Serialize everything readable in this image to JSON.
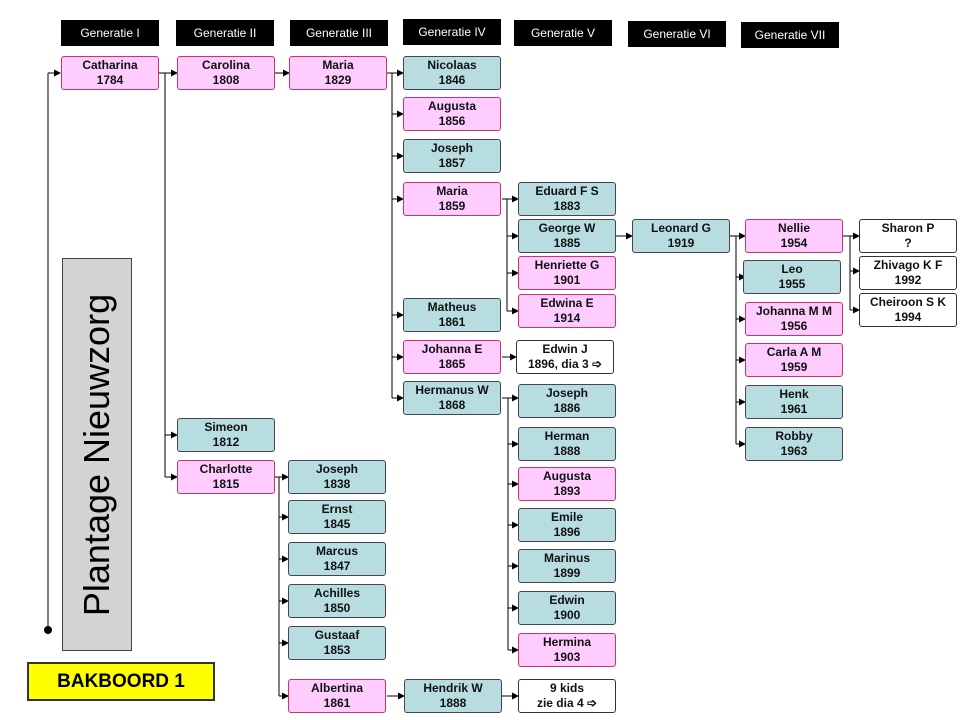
{
  "headers": [
    "Generatie I",
    "Generatie II",
    "Generatie III",
    "Generatie IV",
    "Generatie V",
    "Generatie VI",
    "Generatie VII"
  ],
  "title": "Plantage Nieuwzorg",
  "label": "BAKBOORD 1",
  "colors": {
    "female": "#ffccff",
    "male": "#b7dde0",
    "ref": "#ffffff",
    "header": "#000000",
    "label": "#ffff00"
  },
  "people": [
    {
      "name": "Catharina",
      "year": "1784",
      "type": "female"
    },
    {
      "name": "Carolina",
      "year": "1808",
      "type": "female"
    },
    {
      "name": "Maria",
      "year": "1829",
      "type": "female"
    },
    {
      "name": "Nicolaas",
      "year": "1846",
      "type": "male"
    },
    {
      "name": "Augusta",
      "year": "1856",
      "type": "female"
    },
    {
      "name": "Joseph",
      "year": "1857",
      "type": "male"
    },
    {
      "name": "Maria",
      "year": "1859",
      "type": "female"
    },
    {
      "name": "Eduard F S",
      "year": "1883",
      "type": "male"
    },
    {
      "name": "George W",
      "year": "1885",
      "type": "male"
    },
    {
      "name": "Henriette G",
      "year": "1901",
      "type": "female"
    },
    {
      "name": "Edwina E",
      "year": "1914",
      "type": "female"
    },
    {
      "name": "Leonard G",
      "year": "1919",
      "type": "male"
    },
    {
      "name": "Nellie",
      "year": "1954",
      "type": "female"
    },
    {
      "name": "Leo",
      "year": "1955",
      "type": "male"
    },
    {
      "name": "Johanna M M",
      "year": "1956",
      "type": "female"
    },
    {
      "name": "Carla A M",
      "year": "1959",
      "type": "female"
    },
    {
      "name": "Henk",
      "year": "1961",
      "type": "male"
    },
    {
      "name": "Robby",
      "year": "1963",
      "type": "male"
    },
    {
      "name": "Sharon P",
      "year": "?",
      "type": "ref"
    },
    {
      "name": "Zhivago K F",
      "year": "1992",
      "type": "ref"
    },
    {
      "name": "Cheiroon S K",
      "year": "1994",
      "type": "ref"
    },
    {
      "name": "Matheus",
      "year": "1861",
      "type": "male"
    },
    {
      "name": "Johanna E",
      "year": "1865",
      "type": "female"
    },
    {
      "name": "Edwin J",
      "year": "1896, dia 3 ➩",
      "type": "ref"
    },
    {
      "name": "Hermanus W",
      "year": "1868",
      "type": "male"
    },
    {
      "name": "Joseph",
      "year": "1886",
      "type": "male"
    },
    {
      "name": "Herman",
      "year": "1888",
      "type": "male"
    },
    {
      "name": "Augusta",
      "year": "1893",
      "type": "female"
    },
    {
      "name": "Emile",
      "year": "1896",
      "type": "male"
    },
    {
      "name": "Marinus",
      "year": "1899",
      "type": "male"
    },
    {
      "name": "Edwin",
      "year": "1900",
      "type": "male"
    },
    {
      "name": "Hermina",
      "year": "1903",
      "type": "female"
    },
    {
      "name": "Simeon",
      "year": "1812",
      "type": "male"
    },
    {
      "name": "Charlotte",
      "year": "1815",
      "type": "female"
    },
    {
      "name": "Joseph",
      "year": "1838",
      "type": "male"
    },
    {
      "name": "Ernst",
      "year": "1845",
      "type": "male"
    },
    {
      "name": "Marcus",
      "year": "1847",
      "type": "male"
    },
    {
      "name": "Achilles",
      "year": "1850",
      "type": "male"
    },
    {
      "name": "Gustaaf",
      "year": "1853",
      "type": "male"
    },
    {
      "name": "Albertina",
      "year": "1861",
      "type": "female"
    },
    {
      "name": "Hendrik W",
      "year": "1888",
      "type": "male"
    },
    {
      "name": "9 kids",
      "year": "zie dia 4 ➩",
      "type": "ref"
    }
  ]
}
